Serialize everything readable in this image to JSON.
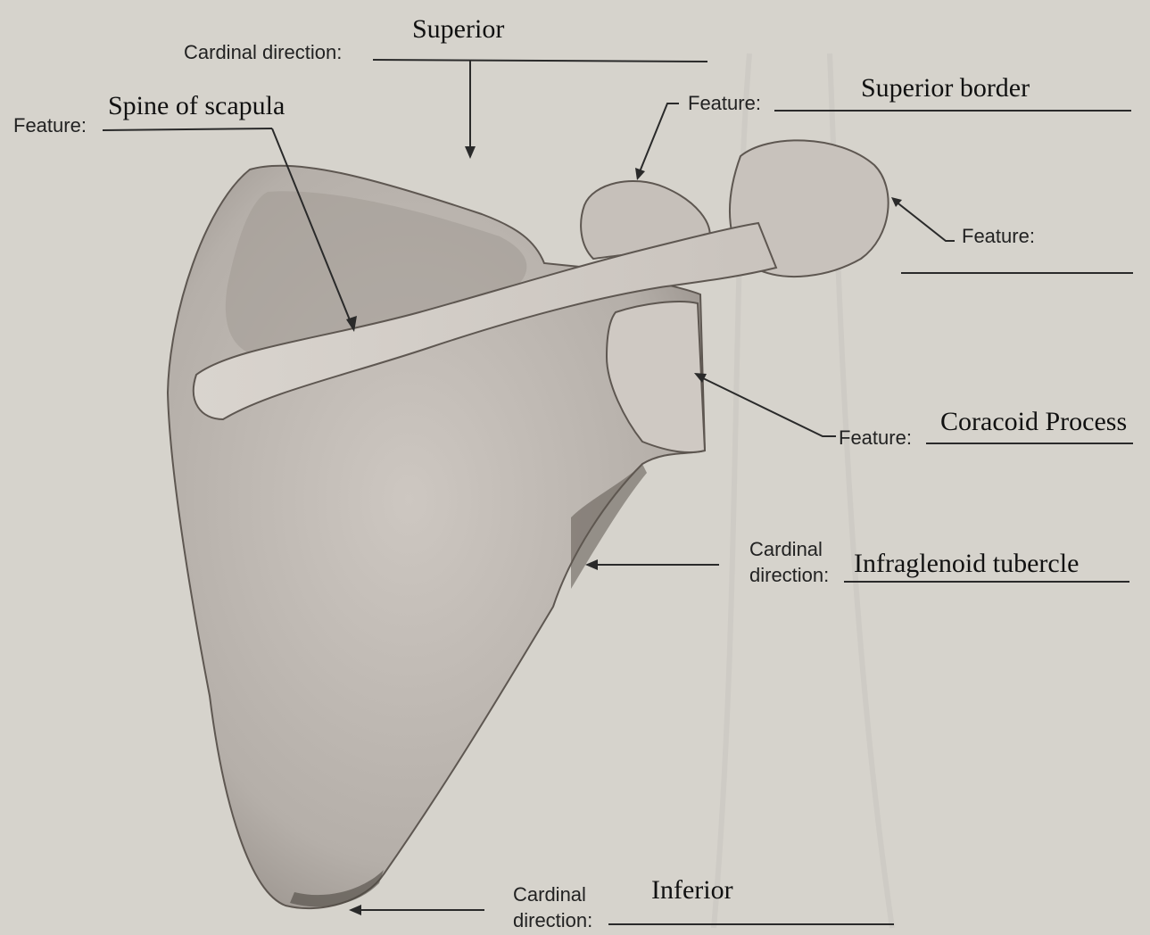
{
  "labels": {
    "cardinal_top": "Cardinal direction:",
    "feature_spine": "Feature:",
    "feature_superior": "Feature:",
    "feature_acromion": "Feature:",
    "feature_coracoid": "Feature:",
    "cardinal_lateral_line1": "Cardinal",
    "cardinal_lateral_line2": "direction:",
    "cardinal_bottom_line1": "Cardinal",
    "cardinal_bottom_line2": "direction:"
  },
  "answers": {
    "cardinal_top": "Superior",
    "feature_spine": "Spine of scapula",
    "feature_superior": "Superior border",
    "feature_acromion": "",
    "feature_coracoid": "Coracoid Process",
    "cardinal_lateral": "Infraglenoid tubercle",
    "cardinal_bottom": "Inferior"
  },
  "colors": {
    "background": "#d6d3cc",
    "bone_fill": "#bbb5ae",
    "bone_highlight": "#d7d2cc",
    "bone_shadow": "#7a726c",
    "line": "#2a2a2a"
  }
}
